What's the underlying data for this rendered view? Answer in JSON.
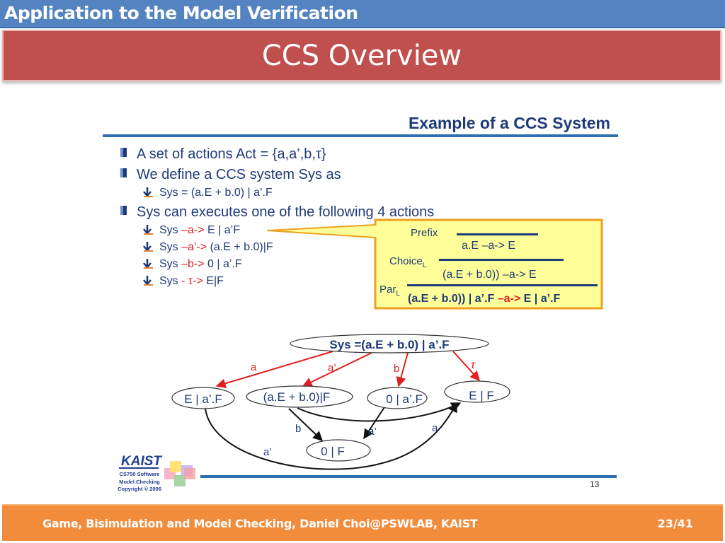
{
  "header": {
    "section_title": "Application to the Model Verification",
    "slide_title": "CCS Overview"
  },
  "figure": {
    "heading": "Example of a CCS System",
    "bullets": [
      "A set of actions Act = {a,a’,b,τ}",
      "We define a CCS system Sys as",
      "Sys can executes one of the following 4 actions"
    ],
    "sys_definition": "Sys = (a.E + b.0) | a’.F",
    "actions": [
      {
        "src": "Sys ",
        "label": "–a->",
        "dst": " E | a’F"
      },
      {
        "src": "Sys ",
        "label": "–a’->",
        "dst": " (a.E + b.0)|F"
      },
      {
        "src": "Sys ",
        "label": "–b->",
        "dst": " 0 | a’.F"
      },
      {
        "src": "Sys ",
        "label": "- τ->",
        "dst": " E|F"
      }
    ],
    "callout": {
      "prefix_label": "Prefix",
      "prefix_rule": "a.E  –a-> E",
      "choice_label": "Choice",
      "choice_sub": "L",
      "choice_rule": "(a.E + b.0)) –a-> E",
      "par_label": "Par",
      "par_sub": "L",
      "par_left": "(a.E + b.0)) | a’.F ",
      "par_arrow": "–a->",
      "par_right": " E | a’.F"
    },
    "graph": {
      "root": "Sys =(a.E + b.0) | a’.F",
      "nodes": [
        "E | a’.F",
        "(a.E + b.0)|F",
        "0 | a’.F",
        "E | F",
        "0 | F"
      ],
      "edge_labels": [
        "a",
        "a’",
        "b",
        "τ",
        "b",
        "a’",
        "a",
        "a’"
      ]
    },
    "logo": {
      "name": "KAIST",
      "line1": "CS750 Software",
      "line2": "Model Checking",
      "line3": "Copyright © 2006"
    },
    "page_number": "13"
  },
  "footer": {
    "text": "Game, Bisimulation and Model Checking, Daniel Choi@PSWLAB, KAIST",
    "page": "23/41"
  },
  "colors": {
    "blue_bar": "#5483c2",
    "red_title": "#c0504d",
    "orange_footer": "#f08c3c",
    "heading_navy": "#1f3b77",
    "red_action": "#e02020",
    "callout_fill": "#ffff99",
    "callout_border": "#f0a020"
  }
}
